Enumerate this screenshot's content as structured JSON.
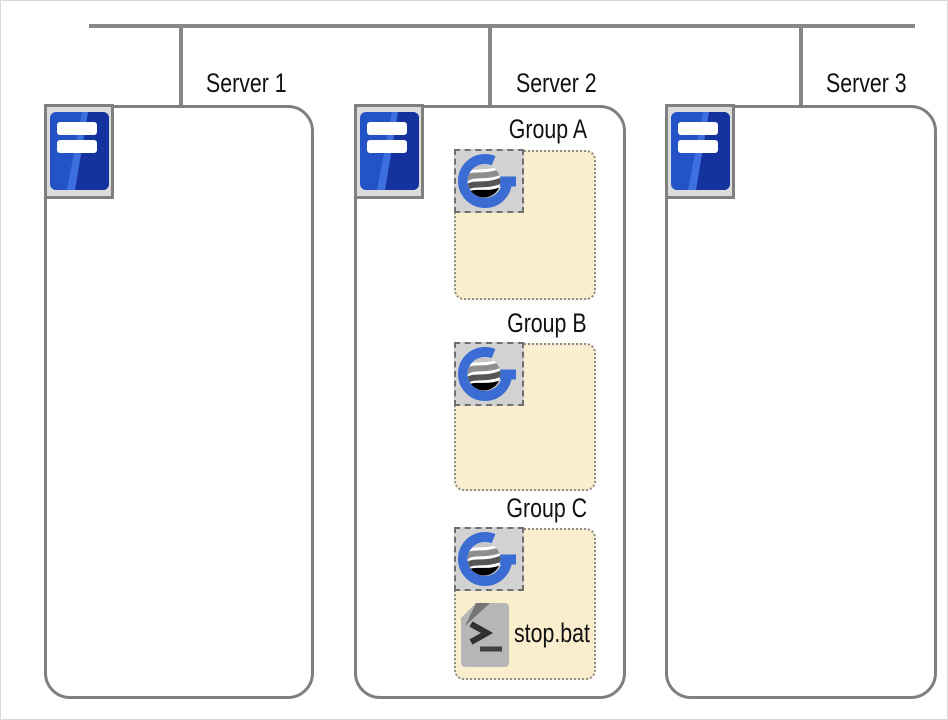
{
  "network": {
    "servers": [
      {
        "label": "Server 1",
        "icon": "server-icon",
        "groups": []
      },
      {
        "label": "Server 2",
        "icon": "server-icon",
        "groups": [
          {
            "label": "Group A",
            "icon": "goodsync-icon",
            "items": []
          },
          {
            "label": "Group B",
            "icon": "goodsync-icon",
            "items": []
          },
          {
            "label": "Group C",
            "icon": "goodsync-icon",
            "items": [
              {
                "label": "stop.bat",
                "icon": "batch-script-icon"
              }
            ]
          }
        ]
      },
      {
        "label": "Server 3",
        "icon": "server-icon",
        "groups": []
      }
    ]
  },
  "colors": {
    "line": "#878787",
    "border": "#7f7f7f",
    "group_fill": "#faeecf",
    "group_border": "#8c8c8c",
    "icon_bg": "#d2d2d2",
    "logo_blue": "#3a6cd3",
    "server_blue": "#2353c6",
    "server_blue_dark": "#15339e",
    "script_gray": "#b6b6b6"
  }
}
